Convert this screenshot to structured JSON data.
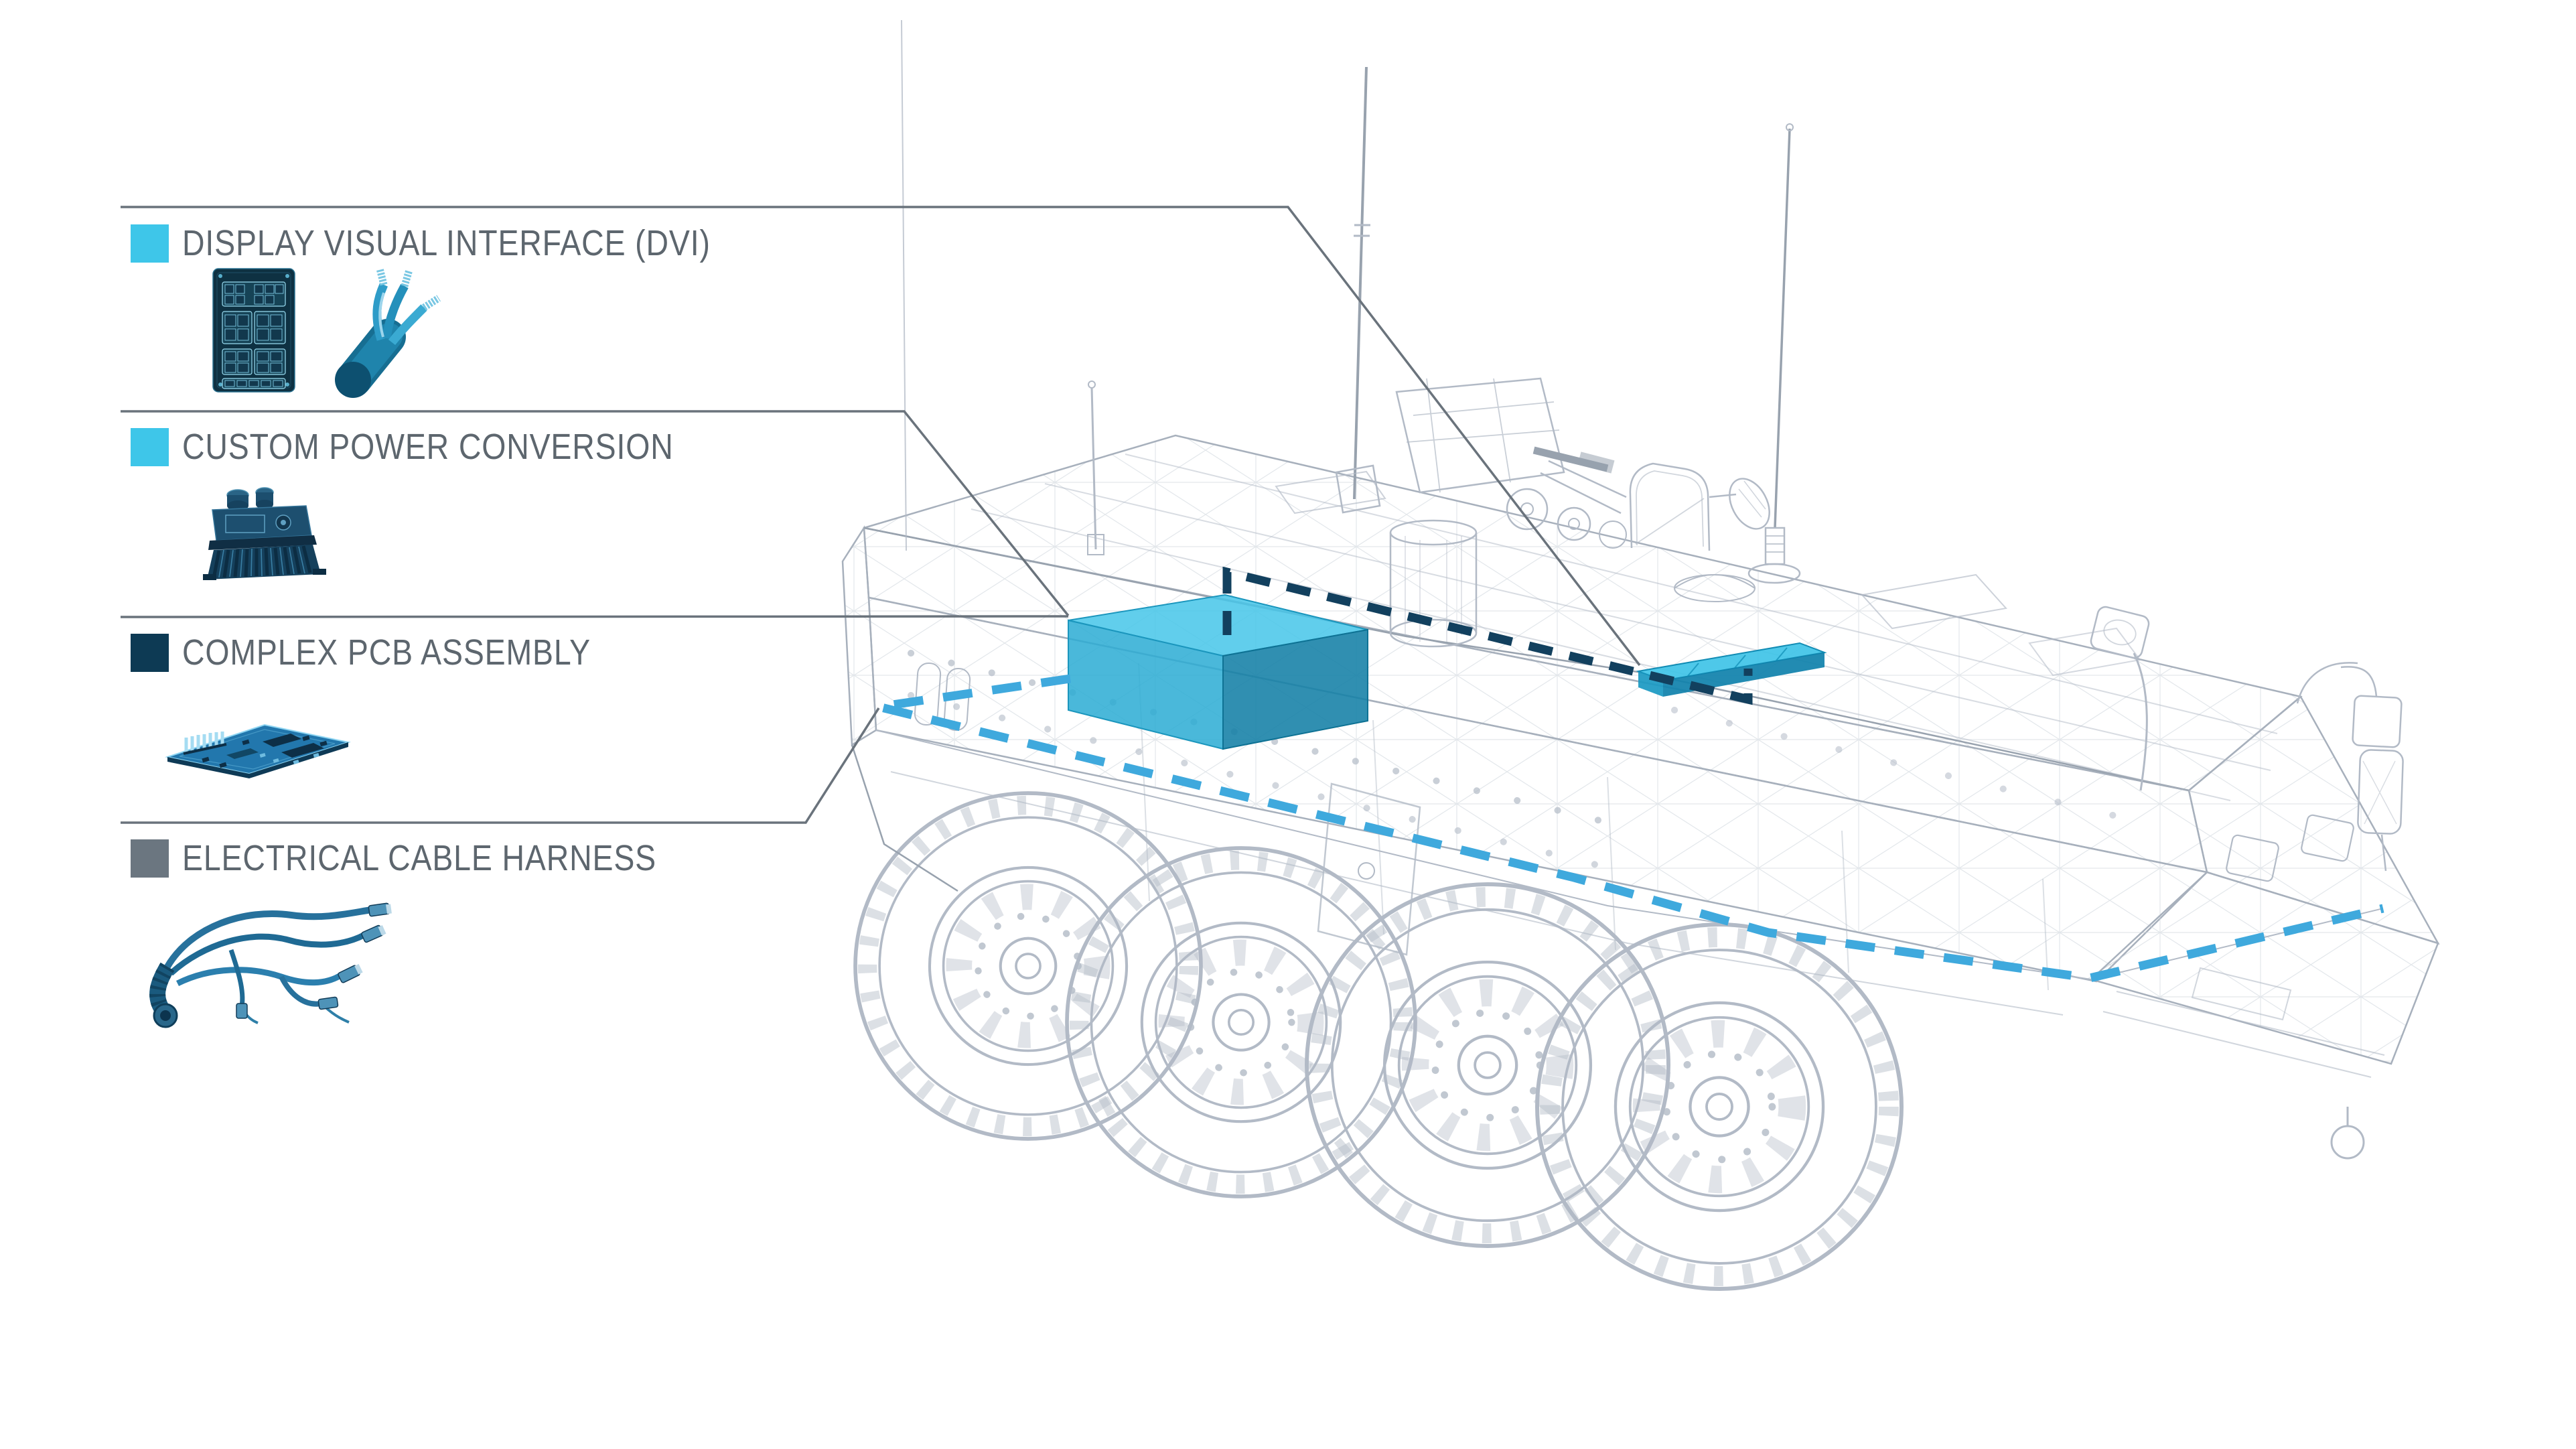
{
  "figure": {
    "type": "vehicle-component-callout-diagram",
    "background": "#ffffff"
  },
  "colors": {
    "accent_cyan": "#3EC6E9",
    "navy": "#0D3A54",
    "slate_gray": "#6B7680",
    "label_text": "#5D666E",
    "leader_line": "#6A737C",
    "wireframe": "#B2BAC6",
    "cable_route_dash": "#3FA9DD",
    "signal_route_dash": "#12405E",
    "highlight_box_top": "#45C6E9",
    "highlight_box_left": "#2AABD4",
    "highlight_box_right": "#137FA6"
  },
  "legend": {
    "items": [
      {
        "id": "dvi",
        "label": "DISPLAY VISUAL INTERFACE (DVI)",
        "swatch": "#3EC6E9",
        "illustrations": [
          "keypad-panel-image",
          "cable-cross-section-image"
        ]
      },
      {
        "id": "power",
        "label": "CUSTOM POWER CONVERSION",
        "swatch": "#3EC6E9",
        "illustrations": [
          "power-converter-image"
        ]
      },
      {
        "id": "pcb",
        "label": "COMPLEX PCB ASSEMBLY",
        "swatch": "#0D3A54",
        "illustrations": [
          "pcb-board-image"
        ]
      },
      {
        "id": "harness",
        "label": "ELECTRICAL CABLE HARNESS",
        "swatch": "#6B7680",
        "illustrations": [
          "cable-harness-image"
        ]
      }
    ]
  },
  "vehicle": {
    "style": "light-gray 3D wireframe, 8-wheel armored vehicle, front-left view",
    "highlights": [
      {
        "id": "power-unit-highlight",
        "shape": "large translucent cyan box on hull roof"
      },
      {
        "id": "display-panel-highlight",
        "shape": "thin cyan slab on roof opening"
      }
    ],
    "routes": [
      {
        "id": "signal-route-dashed-line",
        "color": "#12405E"
      },
      {
        "id": "cable-route-dashed-line",
        "color": "#3FA9DD"
      }
    ]
  }
}
